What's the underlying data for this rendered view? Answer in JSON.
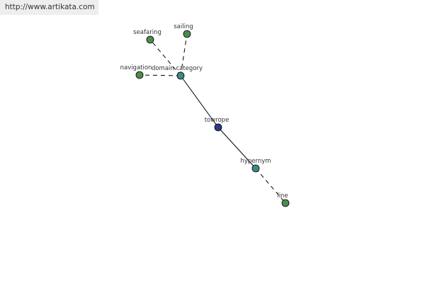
{
  "watermark": {
    "url": "http://www.artikata.com"
  },
  "colors": {
    "leaf_node": "#4f8a4f",
    "relation_node": "#3d8a84",
    "root_node": "#2c3a86",
    "edge": "#000000",
    "label": "#333333"
  },
  "nodes": {
    "seafaring": {
      "label": "seafaring",
      "kind": "leaf_node"
    },
    "sailing": {
      "label": "sailing",
      "kind": "leaf_node"
    },
    "navigation": {
      "label": "navigation",
      "kind": "leaf_node"
    },
    "domain_category": {
      "label": "domain category",
      "kind": "relation_node"
    },
    "towrope": {
      "label": "towrope",
      "kind": "root_node"
    },
    "hypernym": {
      "label": "hypernym",
      "kind": "relation_node"
    },
    "line": {
      "label": "line",
      "kind": "leaf_node"
    }
  },
  "edges": [
    {
      "from": "domain_category",
      "to": "seafaring",
      "style": "dashed"
    },
    {
      "from": "domain_category",
      "to": "sailing",
      "style": "dashed"
    },
    {
      "from": "domain_category",
      "to": "navigation",
      "style": "dashed"
    },
    {
      "from": "towrope",
      "to": "domain_category",
      "style": "solid"
    },
    {
      "from": "towrope",
      "to": "hypernym",
      "style": "solid"
    },
    {
      "from": "hypernym",
      "to": "line",
      "style": "dashed"
    }
  ]
}
